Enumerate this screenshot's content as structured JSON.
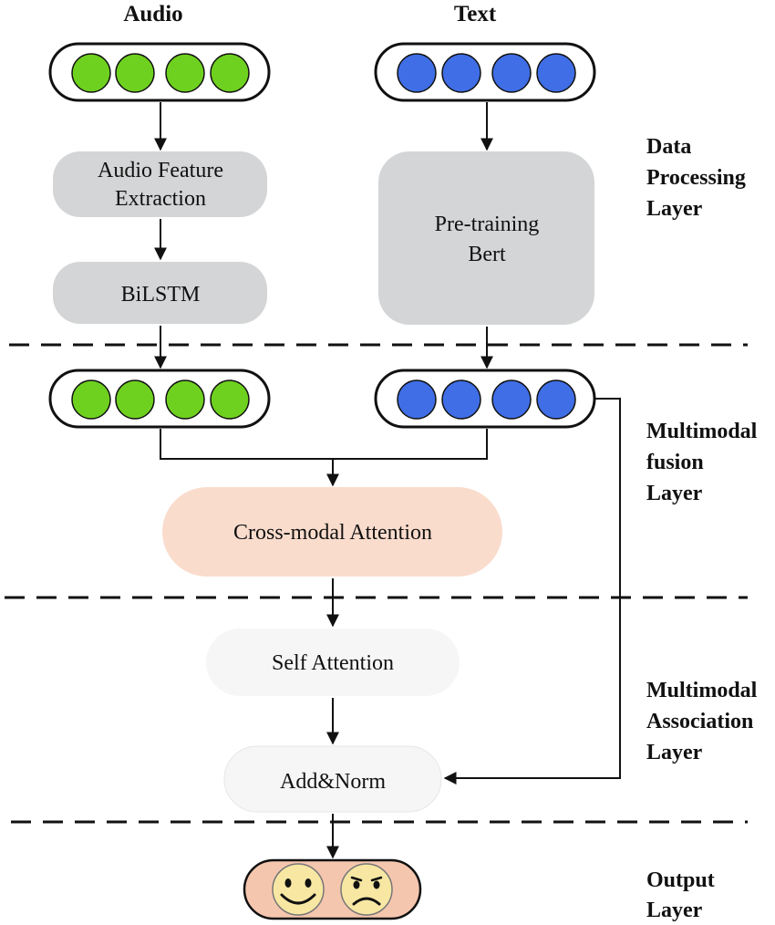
{
  "headers": {
    "audio": "Audio",
    "text": "Text"
  },
  "boxes": {
    "audio_feature_line1": "Audio Feature",
    "audio_feature_line2": "Extraction",
    "bilstm": "BiLSTM",
    "pretraining_line1": "Pre-training",
    "pretraining_line2": "Bert",
    "cross_modal": "Cross-modal Attention",
    "self_attention": "Self Attention",
    "add_norm": "Add&Norm"
  },
  "layers": {
    "data_processing": [
      "Data",
      "Processing",
      "Layer"
    ],
    "multimodal_fusion": [
      "Multimodal",
      "fusion",
      "Layer"
    ],
    "multimodal_association": [
      "Multimodal",
      "Association",
      "Layer"
    ],
    "output": [
      "Output",
      "Layer"
    ]
  },
  "colors": {
    "audio_node": "#6fd11f",
    "text_node": "#3f6ee6",
    "grey_box": "#d3d5d6",
    "cross_modal_box": "#fadccd",
    "light_box": "#f6f6f6",
    "output_pill": "#f5c6ae",
    "face": "#f7e7a3"
  },
  "icons": [
    "smiling-face-icon",
    "frowning-face-icon"
  ]
}
